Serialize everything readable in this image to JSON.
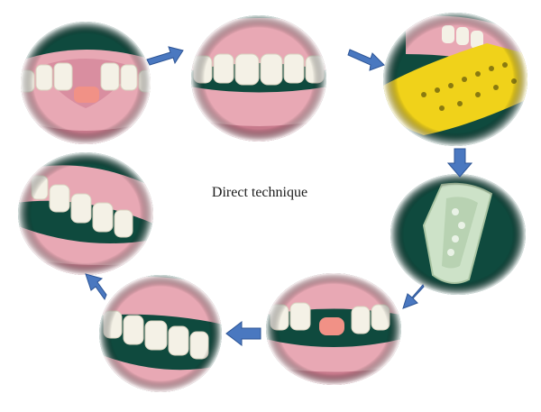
{
  "title": "Direct technique",
  "colors": {
    "arrow_fill": "#4a78c0",
    "arrow_stroke": "#2d5596",
    "gum": "#e8a8b4",
    "gum_dark": "#c77a8c",
    "tooth": "#f4f1e6",
    "tray": "#f0d21a",
    "model": "#cde2c8",
    "backdrop": "#0f4a3e",
    "gap_pink": "#f19186"
  },
  "steps": [
    {
      "id": "step1",
      "depicts": "missing-tooth-arch",
      "icon": "dental-arch"
    },
    {
      "id": "step2",
      "depicts": "restored-arch",
      "icon": "dental-arch"
    },
    {
      "id": "step3",
      "depicts": "impression-tray",
      "icon": "impression-tray"
    },
    {
      "id": "step4",
      "depicts": "silicone-impression",
      "icon": "impression-model"
    },
    {
      "id": "step5",
      "depicts": "prepared-gap",
      "icon": "dental-arch"
    },
    {
      "id": "step6",
      "depicts": "provisional-bridge",
      "icon": "dental-arch"
    },
    {
      "id": "step7",
      "depicts": "final-arch",
      "icon": "dental-arch"
    }
  ]
}
